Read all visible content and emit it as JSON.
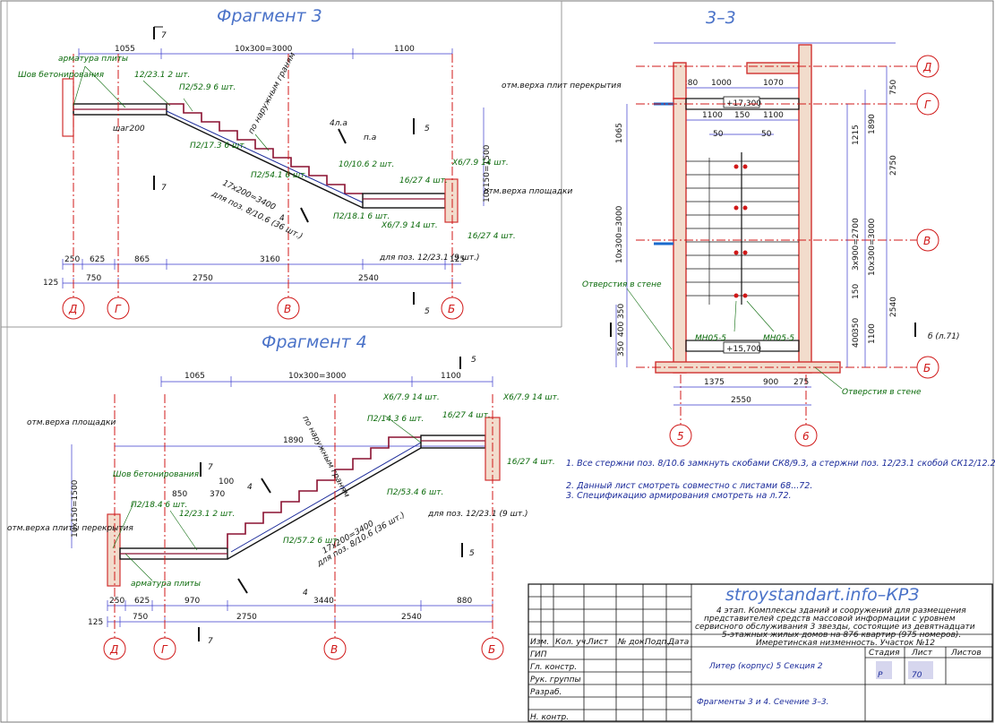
{
  "fragment3": {
    "title": "Фрагмент 3",
    "dims_top": [
      "1055",
      "10x300=3000",
      "1100"
    ],
    "dims_bottom1": [
      "250",
      "625",
      "865",
      "3160",
      "125"
    ],
    "dims_bottom2": [
      "125",
      "750",
      "2750",
      "2540"
    ],
    "axes": [
      "Д",
      "Г",
      "В",
      "Б"
    ],
    "labels": [
      "арматура плиты",
      "Шов бетонирования",
      "12/23.1 2 шт.",
      "П2/52.9 6 шт.",
      "по наружным граням",
      "отм.верха плит перекрытия",
      "П2/17.3 6 шт.",
      "П2/54.1 6 шт.",
      "10/10.6 2 шт.",
      "П2/18.1 6 шт.",
      "16/27 4 шт.",
      "Х6/7.9 14 шт.",
      "17х200=3400",
      "для поз. 8/10.6 (36 шт.)",
      "отм.верха площадки",
      "Х6/7.9 14 шт.",
      "16/27 4 шт.",
      "для поз. 12/23.1 (9 шт.)",
      "шаг200",
      "4л.а",
      "п.а",
      "10x150=1500"
    ],
    "section_marks": [
      "7",
      "5",
      "4",
      "7",
      "5"
    ]
  },
  "fragment4": {
    "title": "Фрагмент 4",
    "dims_top": [
      "1065",
      "10x300=3000",
      "1100"
    ],
    "dims_mid": [
      "1890",
      "850",
      "370",
      "100"
    ],
    "dims_bottom1": [
      "250",
      "625",
      "970",
      "3440",
      "880"
    ],
    "dims_bottom2": [
      "125",
      "750",
      "2750",
      "2540"
    ],
    "axes": [
      "Д",
      "Г",
      "В",
      "Б"
    ],
    "labels": [
      "отм.верха площадки",
      "отм.верха плиты перекрытия",
      "Шов бетонирования",
      "арматура плиты",
      "П2/18.4 6 шт.",
      "12/23.1 2 шт.",
      "Х6/7.9 14 шт.",
      "П2/14.3 6 шт.",
      "16/27 4 шт.",
      "Х6/7.9 14 шт.",
      "16/27 4 шт.",
      "П2/53.4 6 шт.",
      "П2/57.2 6 шт.",
      "17х200=3400",
      "для поз. 8/10.6 (36 шт.)",
      "для поз. 12/23.1 (9 шт.)",
      "по наружным граням",
      "10x150=1500"
    ],
    "section_marks": [
      "5",
      "7",
      "4",
      "7",
      "4",
      "5"
    ]
  },
  "section33": {
    "title": "3–3",
    "dims_top": [
      "280",
      "1000",
      "1070",
      "1100",
      "150",
      "1100",
      "50",
      "50"
    ],
    "dims_bottom": [
      "1375",
      "900",
      "275",
      "2550"
    ],
    "dims_right": [
      "750",
      "1890",
      "1215",
      "2750",
      "3x900=2700",
      "10x300=3000",
      "2540",
      "350",
      "400",
      "1100",
      "150"
    ],
    "dims_left": [
      "1065",
      "10x300=3000",
      "350",
      "400",
      "350"
    ],
    "elevations": [
      "+17,300",
      "+15,700"
    ],
    "axes_right": [
      "Д",
      "Г",
      "В",
      "Б"
    ],
    "axes_bottom": [
      "5",
      "6"
    ],
    "labels": [
      "Отверстия в стене",
      "МН05-5",
      "МН05-5",
      "Отверстия в стене",
      "б (л.71)"
    ]
  },
  "notes": [
    "1. Все стержни поз. 8/10.6 замкнуть скобами СК8/9.3, а стержни поз. 12/23.1 скобой СК12/12.25.",
    "2. Данный лист смотреть совместно с листами 68...72.",
    "3. Спецификацию армирования смотреть на л.72."
  ],
  "titleblock": {
    "code": "stroystandart.info–КРЗ",
    "project": [
      "4 этап. Комплексы зданий и сооружений для размещения",
      "представителей средств массовой информации с уровнем",
      "сервисного обслуживания    3 звезды, состоящие из девятнадцати",
      "5-этажных жилых домов на 876 квартир (975 номеров).",
      "Имеретинская низменность. Участок №12"
    ],
    "col_headers": [
      "Изм.",
      "Кол. уч.",
      "Лист",
      "№ док.",
      "Подп.",
      "Дата"
    ],
    "roles": [
      "ГИП",
      "Гл. констр.",
      "Рук. группы",
      "Разраб.",
      "",
      "Н. контр."
    ],
    "building": "Литер (корпус) 5 Секция 2",
    "stage_header": "Стадия",
    "sheet_header": "Лист",
    "sheets_header": "Листов",
    "stage": "Р",
    "sheet": "70",
    "drawing_title": "Фрагменты 3 и 4. Сечение 3–3."
  },
  "colors": {
    "axis_red": "#d01818",
    "title_blue": "#4a72c8",
    "rebar_dark_red": "#8a1030",
    "concrete_red": "#d03030",
    "leader_green": "#0a6a0a",
    "dim_blue": "#3a3acc"
  }
}
